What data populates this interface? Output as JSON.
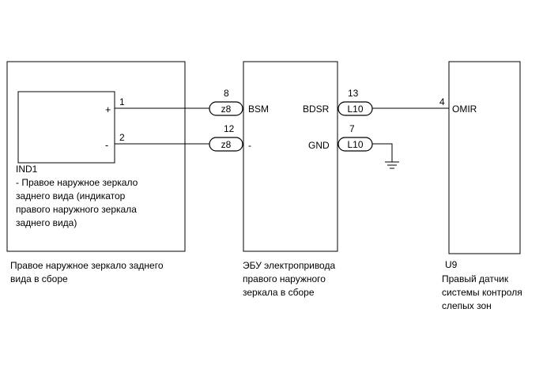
{
  "mirror_assembly": {
    "indicator": {
      "plus_sign": "+",
      "minus_sign": "-",
      "pin_plus": "1",
      "pin_minus": "2",
      "code": "IND1",
      "description_lines": [
        "- Правое наружное зеркало",
        "заднего вида (индикатор",
        "правого наружного зеркала",
        "заднего вида)"
      ]
    },
    "caption_lines": [
      "Правое наружное зеркало заднего",
      "вида в сборе"
    ]
  },
  "ecu": {
    "pins": {
      "bsm_pin": "8",
      "minus_pin": "12",
      "bdsr_pin": "13",
      "gnd_pin": "7"
    },
    "terminals": {
      "bsm": "BSM",
      "minus": "-",
      "bdsr": "BDSR",
      "gnd": "GND"
    },
    "caption_lines": [
      "ЭБУ электропривода",
      "правого наружного",
      "зеркала в сборе"
    ]
  },
  "connectors": {
    "left_top": "z8",
    "left_bottom": "z8",
    "right_top": "L10",
    "right_bottom": "L10"
  },
  "sensor": {
    "pin": "4",
    "terminal": "OMIR",
    "code": "U9",
    "caption_lines": [
      "Правый датчик",
      "системы контроля",
      "слепых зон"
    ]
  }
}
